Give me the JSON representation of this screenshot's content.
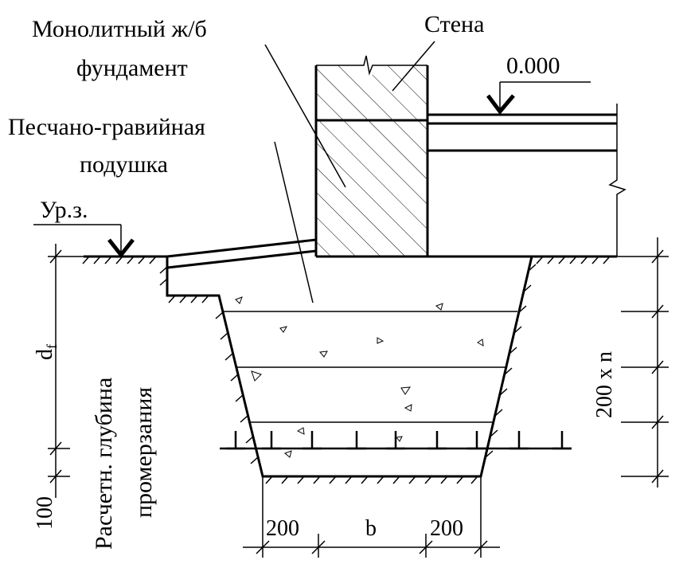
{
  "labels": {
    "foundation_line1": "Монолитный ж/б",
    "foundation_line2": "фундамент",
    "wall": "Стена",
    "level_zero": "0.000",
    "cushion_line1": "Песчано-гравийная",
    "cushion_line2": "подушка",
    "ground_level": "Ур.з.",
    "df_main": "d",
    "df_sub": "f",
    "depth_line1": "Расчетн. глубина",
    "depth_line2": "промерзания",
    "dim_100": "100",
    "dim_layers": "200 х n",
    "dim_left": "200",
    "dim_b": "b",
    "dim_right": "200"
  },
  "colors": {
    "ink": "#000000",
    "background": "#ffffff"
  }
}
